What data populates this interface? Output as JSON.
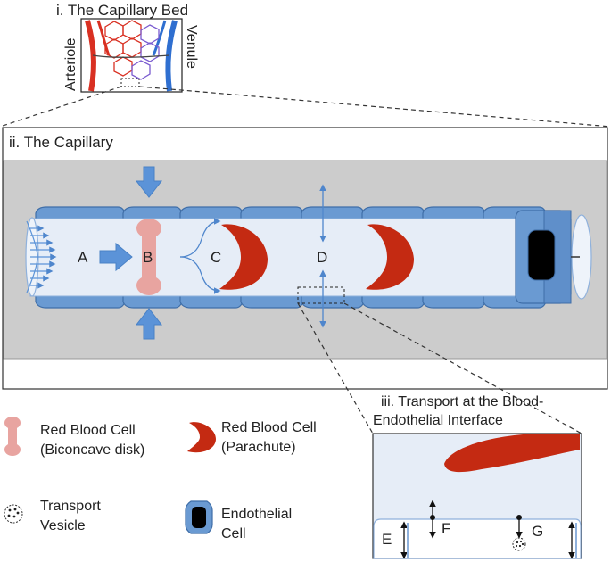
{
  "panels": {
    "capillary_bed": {
      "title": "i. The Capillary Bed",
      "left_label": "Arteriole",
      "right_label": "Venule"
    },
    "capillary": {
      "title": "ii. The Capillary",
      "markers": [
        "A",
        "B",
        "C",
        "D"
      ]
    },
    "transport": {
      "title_line1": "iii. Transport at the Blood-",
      "title_line2": "Endothelial Interface",
      "markers": [
        "E",
        "F",
        "G"
      ]
    }
  },
  "legend": {
    "rbc_biconcave": {
      "line1": "Red Blood Cell",
      "line2": "(Biconcave disk)"
    },
    "rbc_parachute": {
      "line1": "Red Blood Cell",
      "line2": "(Parachute)"
    },
    "vesicle": {
      "line1": "Transport",
      "line2": "Vesicle"
    },
    "endothelial": {
      "line1": "Endothelial",
      "line2": "Cell"
    }
  },
  "colors": {
    "arteriole": "#d93022",
    "venule": "#2f6fd0",
    "rbc_parachute": "#c42a12",
    "rbc_biconcave": "#e8a4a0",
    "endothelium": "#6a9ad2",
    "lumen": "#e6edf7",
    "tissue": "#cccccc",
    "arrow": "#5b93d8"
  }
}
